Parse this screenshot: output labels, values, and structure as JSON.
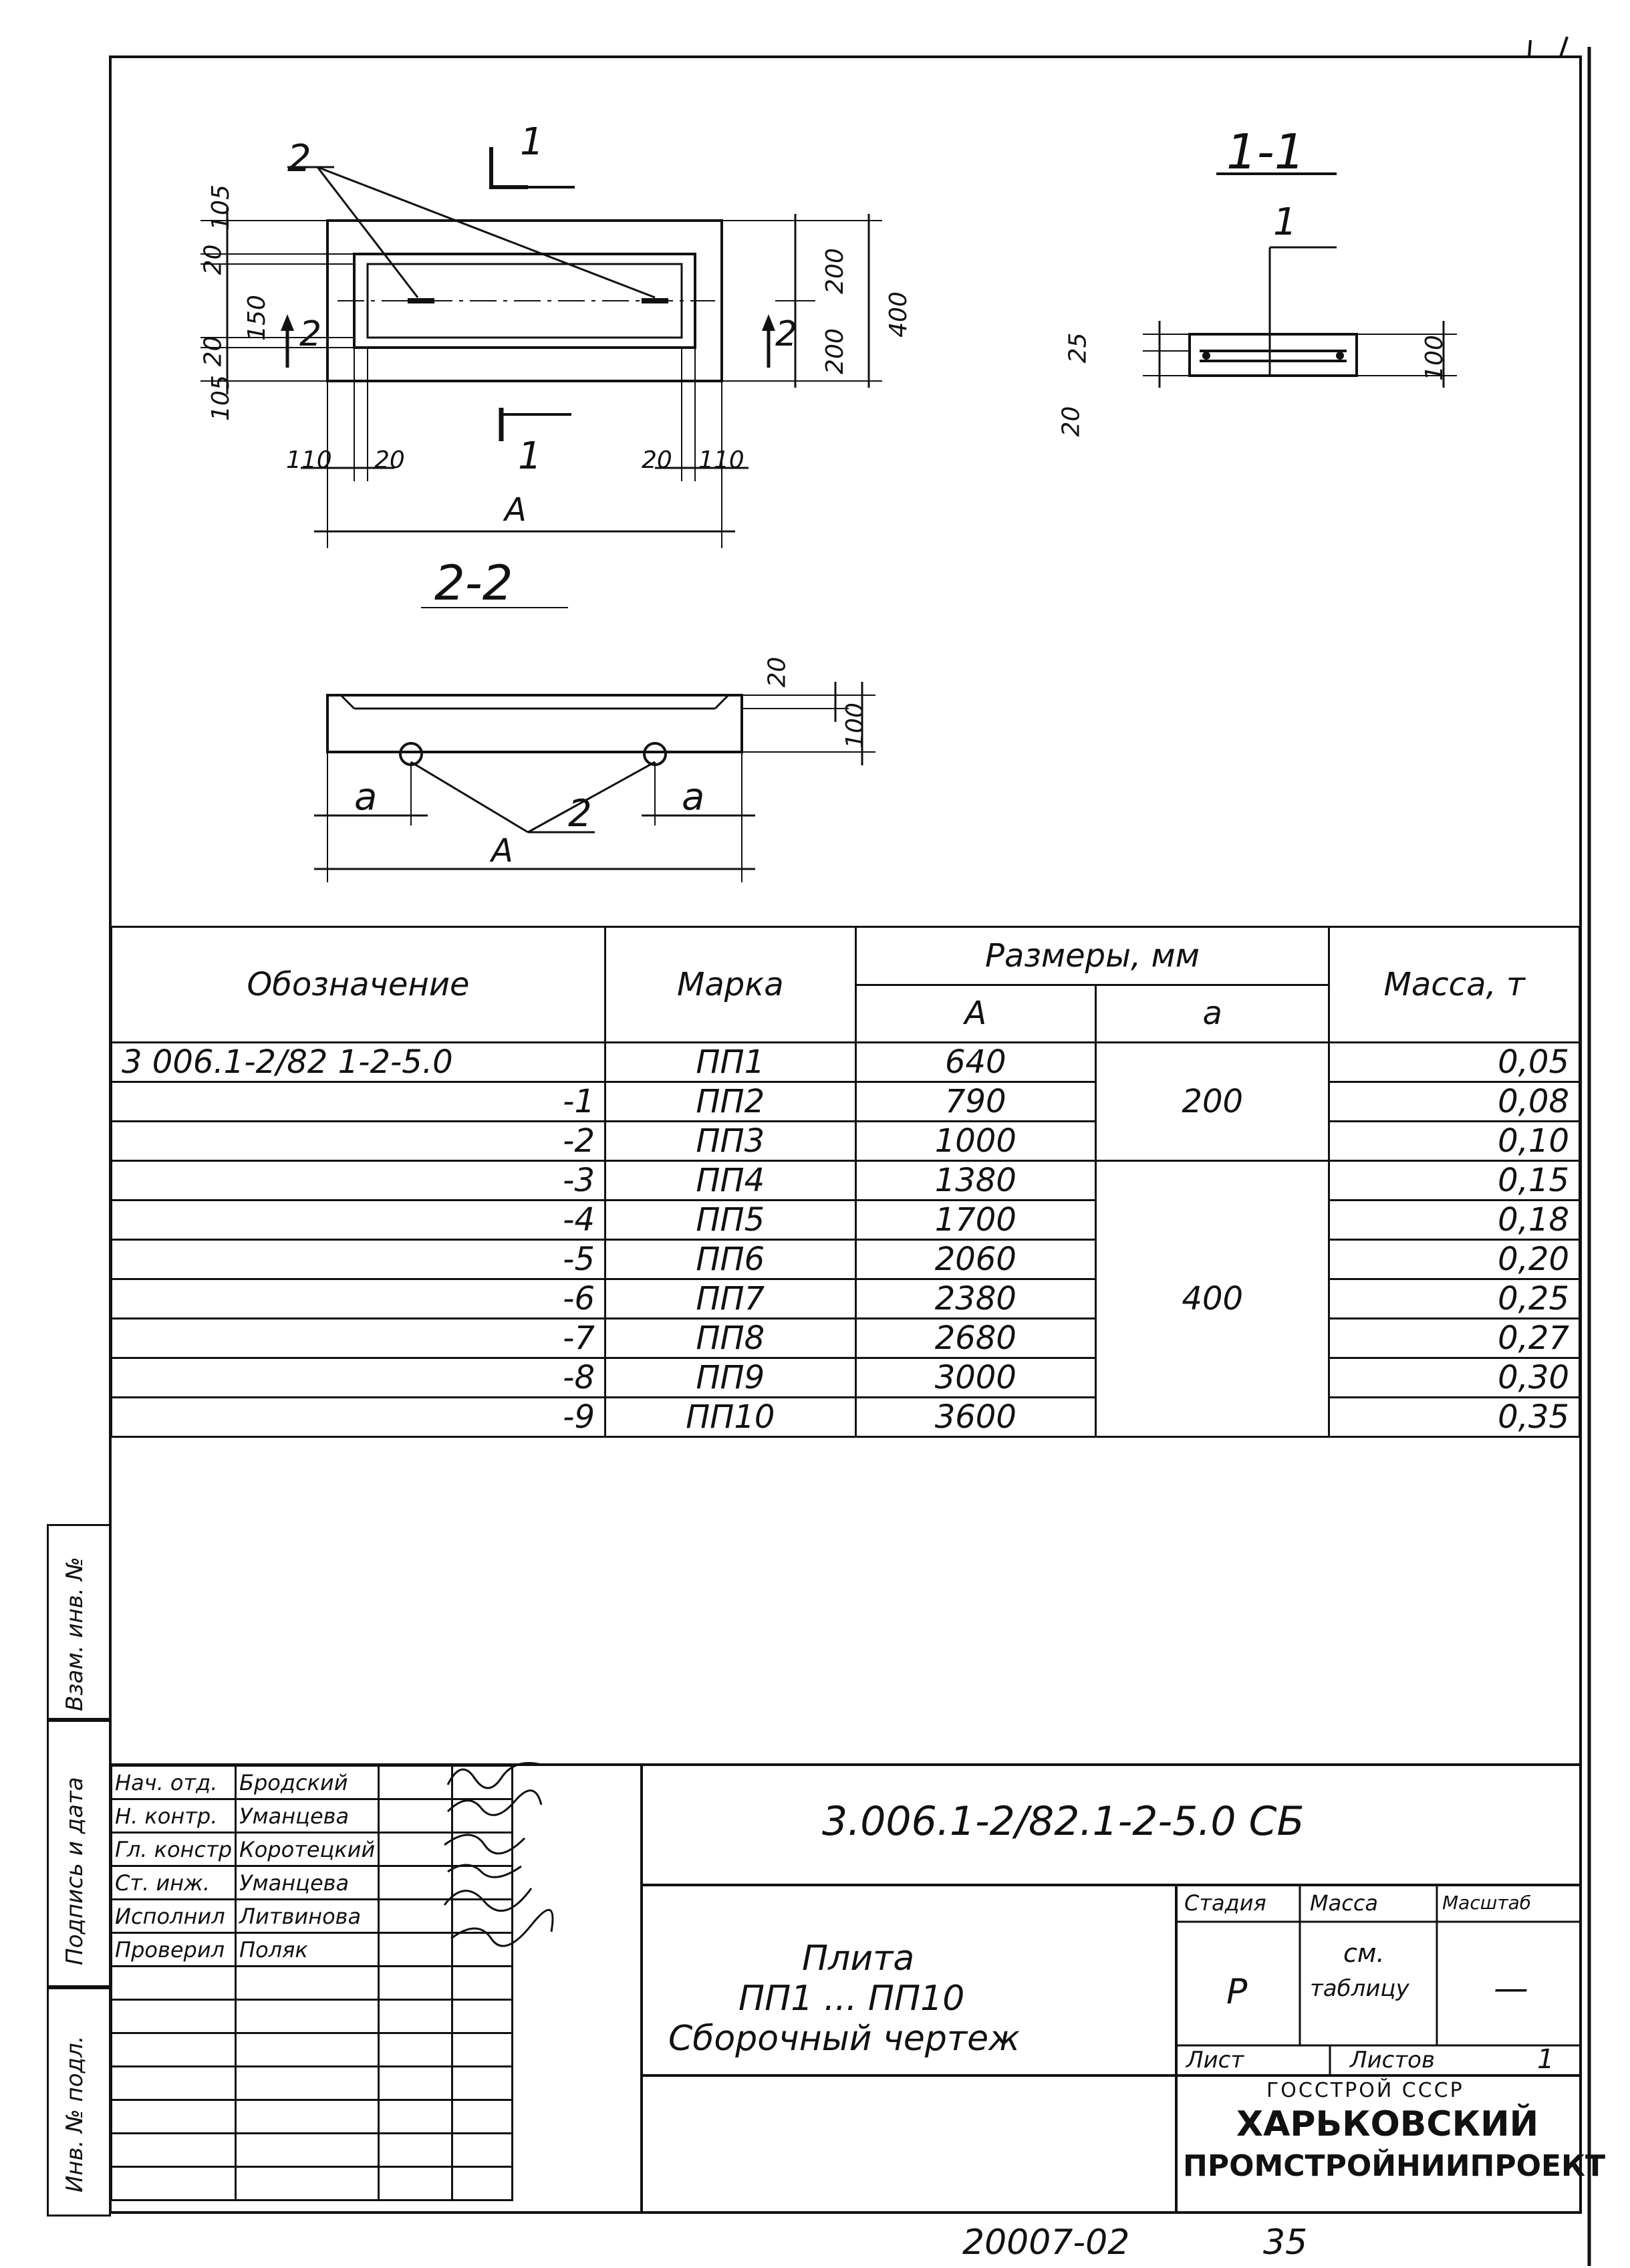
{
  "drawing": {
    "plan_labels": {
      "callout_2": "2",
      "section_1": "1",
      "section_2": "2",
      "dims_left": [
        "105",
        "20",
        "150",
        "20",
        "105"
      ],
      "dims_right_inner": [
        "200",
        "200"
      ],
      "dims_right_outer": "400",
      "dims_bottom": [
        "110",
        "20",
        "20",
        "110"
      ],
      "length": "A",
      "view_title": "2-2"
    },
    "section_1_1": {
      "title": "1-1",
      "callout": "1",
      "dims_left": [
        "20",
        "25"
      ],
      "dims_right": "100"
    },
    "elevation": {
      "dim_top": "20",
      "dim_right": "100",
      "dim_a_left": "a",
      "dim_a_right": "a",
      "callout": "2",
      "length": "A"
    }
  },
  "table": {
    "headers": {
      "designation": "Обозначение",
      "mark": "Марка",
      "sizes": "Размеры, мм",
      "size_A": "A",
      "size_a": "a",
      "mass": "Масса, т"
    },
    "rows": [
      {
        "designation": "3 006.1-2/82 1-2-5.0",
        "mark": "ПП1",
        "A": "640",
        "mass": "0,05"
      },
      {
        "designation": "-1",
        "mark": "ПП2",
        "A": "790",
        "mass": "0,08"
      },
      {
        "designation": "-2",
        "mark": "ПП3",
        "A": "1000",
        "mass": "0,10"
      },
      {
        "designation": "-3",
        "mark": "ПП4",
        "A": "1380",
        "mass": "0,15"
      },
      {
        "designation": "-4",
        "mark": "ПП5",
        "A": "1700",
        "mass": "0,18"
      },
      {
        "designation": "-5",
        "mark": "ПП6",
        "A": "2060",
        "mass": "0,20"
      },
      {
        "designation": "-6",
        "mark": "ПП7",
        "A": "2380",
        "mass": "0,25"
      },
      {
        "designation": "-7",
        "mark": "ПП8",
        "A": "2680",
        "mass": "0,27"
      },
      {
        "designation": "-8",
        "mark": "ПП9",
        "A": "3000",
        "mass": "0,30"
      },
      {
        "designation": "-9",
        "mark": "ПП10",
        "A": "3600",
        "mass": "0,35"
      }
    ],
    "a_group_1": "200",
    "a_group_2": "400"
  },
  "side_stamp": {
    "inv_no": "Инв. № подл.",
    "sign_date": "Подпись и дата",
    "vzam_inv": "Взам. инв. №"
  },
  "title_block": {
    "people": [
      {
        "role": "Нач. отд.",
        "name": "Бродский"
      },
      {
        "role": "Н. контр.",
        "name": "Уманцева"
      },
      {
        "role": "Гл. констр",
        "name": "Коротецкий"
      },
      {
        "role": "Ст. инж.",
        "name": "Уманцева"
      },
      {
        "role": "Исполнил",
        "name": "Литвинова"
      },
      {
        "role": "Проверил",
        "name": "Поляк"
      }
    ],
    "doc_code": "3.006.1-2/82.1-2-5.0 СБ",
    "name_line1": "Плита",
    "name_line2": "ПП1 ... ПП10",
    "name_line3": "Сборочный чертеж",
    "stage_label": "Стадия",
    "mass_label": "Масса",
    "scale_label": "Масштаб",
    "stage_value": "Р",
    "mass_value_1": "см.",
    "mass_value_2": "таблицу",
    "scale_value": "—",
    "sheet_label": "Лист",
    "sheets_label": "Листов",
    "sheets_value": "1",
    "org_1": "ГОССТРОЙ СССР",
    "org_2": "ХАРЬКОВСКИЙ",
    "org_3": "ПРОМСТРОЙНИИПРОЕКТ"
  },
  "footer": {
    "archive_no": "20007-02",
    "page_no": "35"
  }
}
